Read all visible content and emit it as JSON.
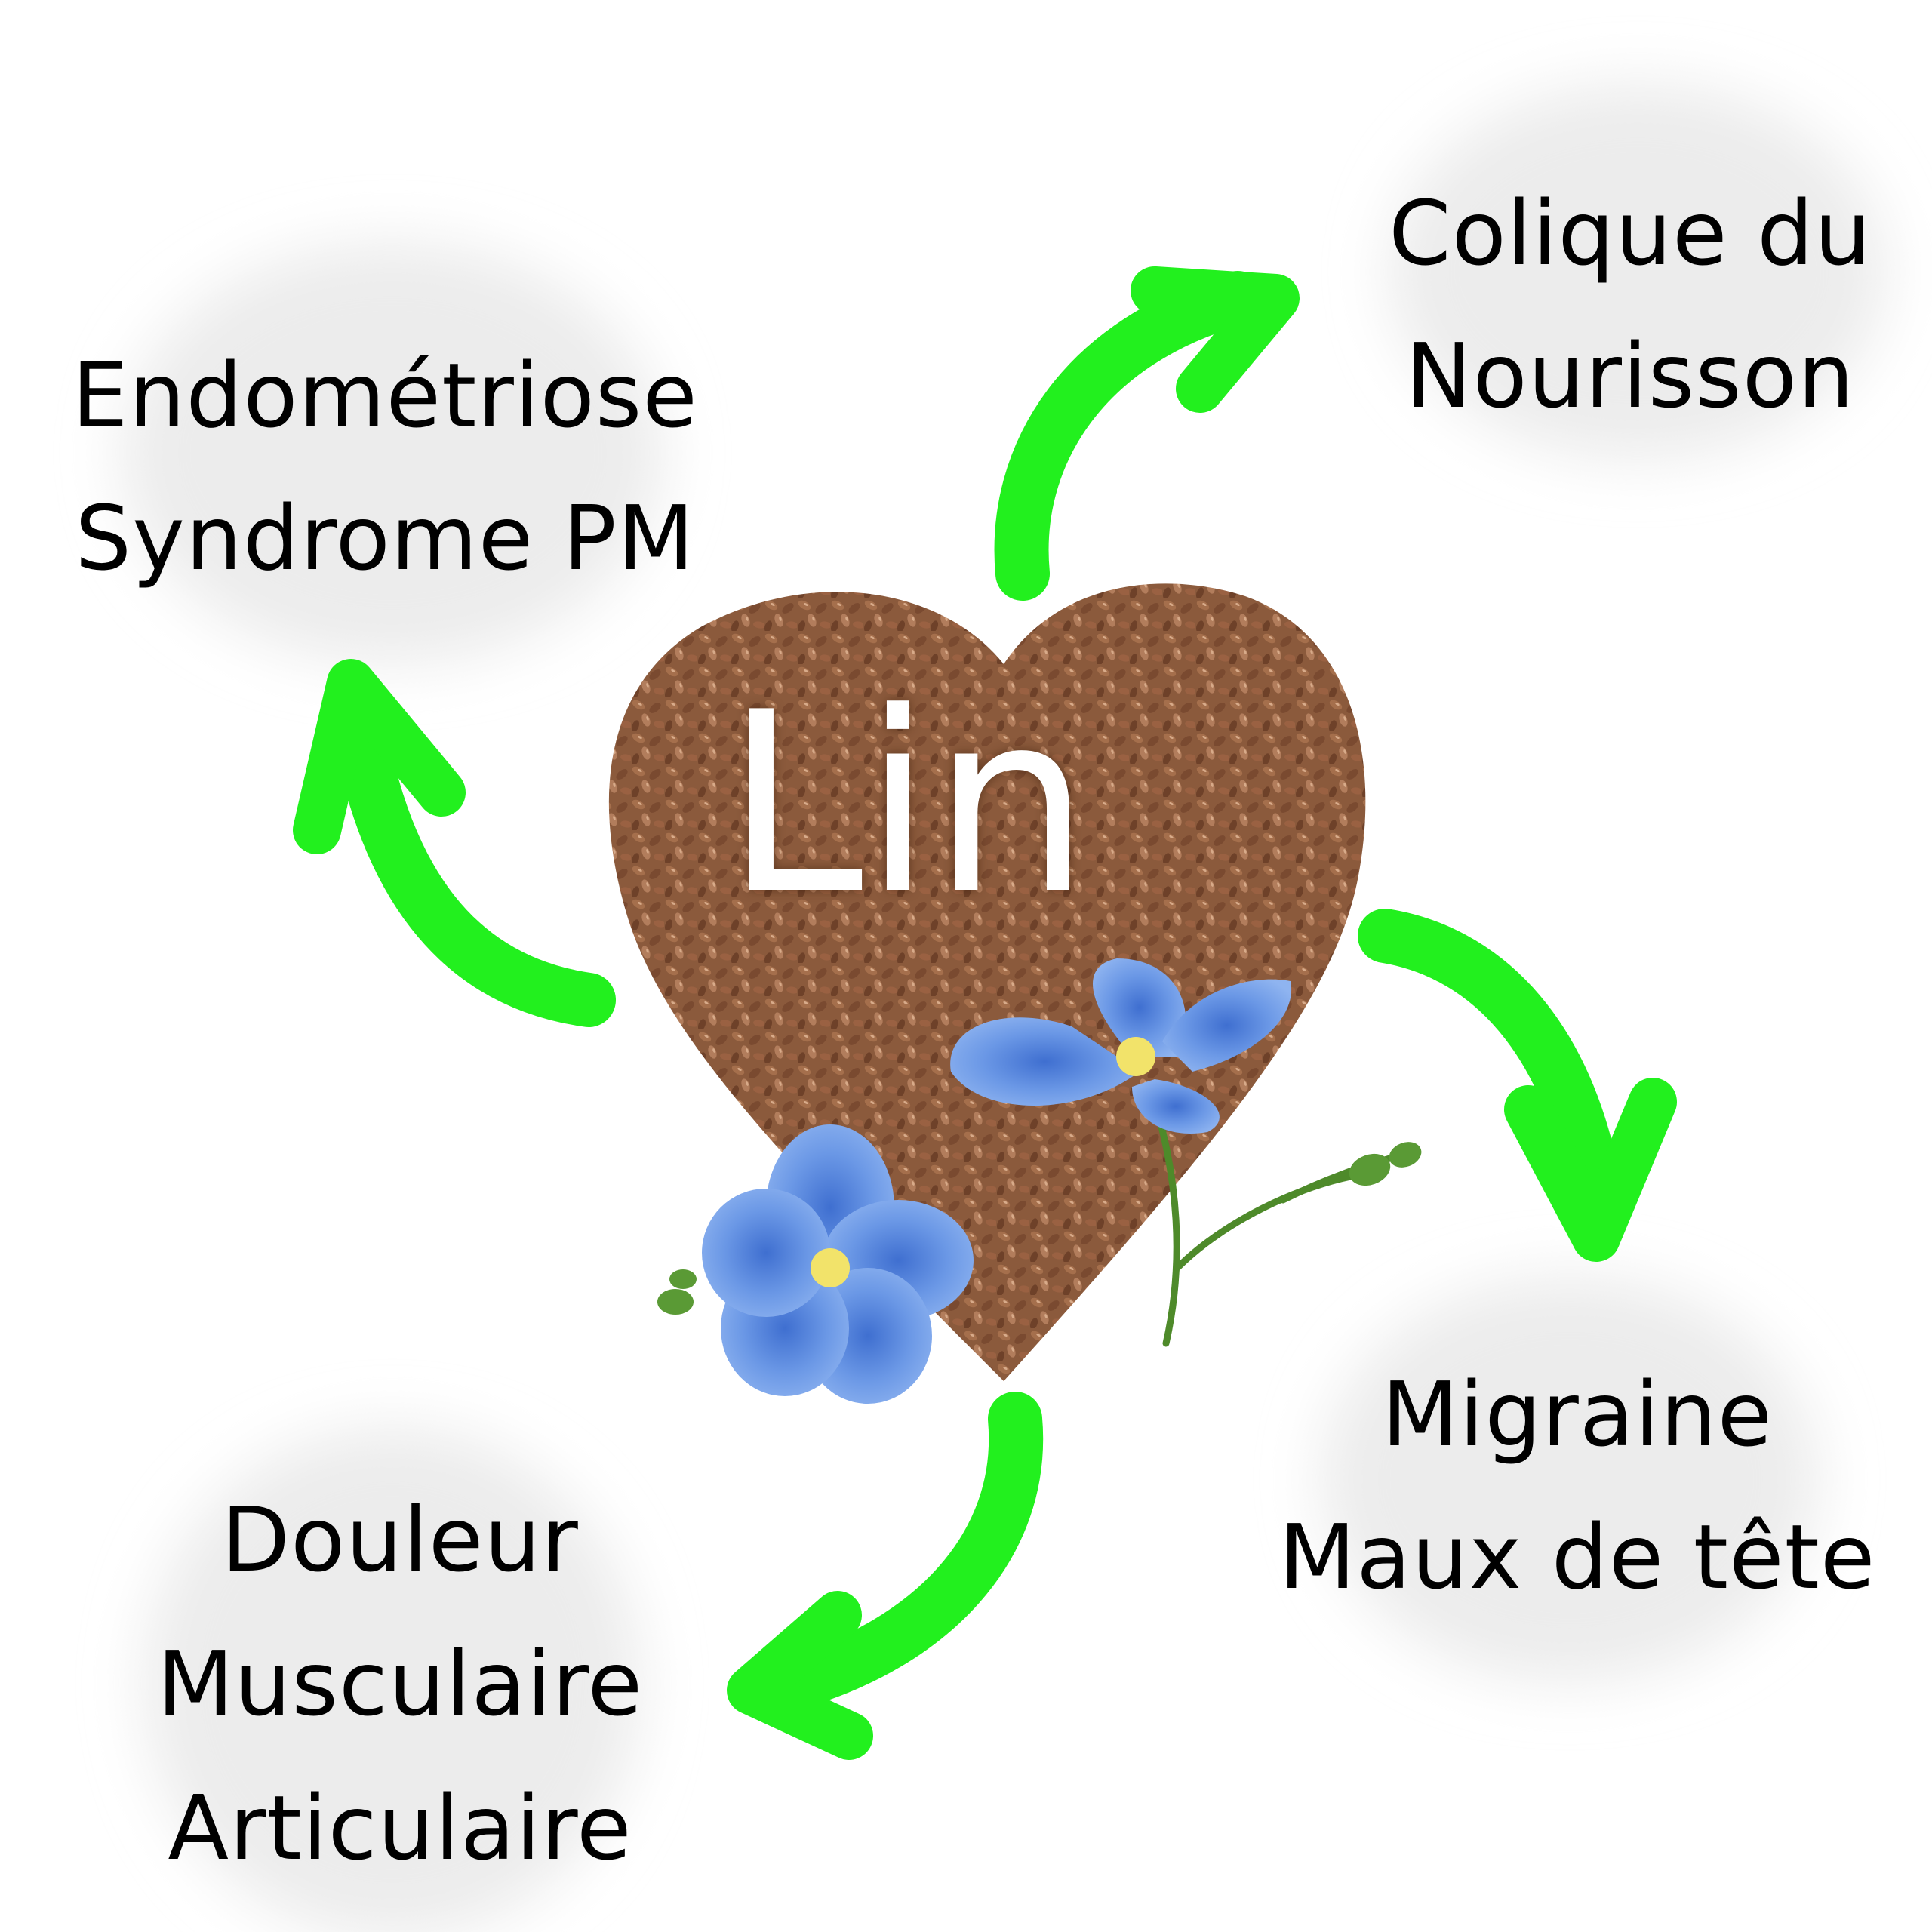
{
  "center": {
    "title": "Lin"
  },
  "labels": {
    "top_left": [
      "Endométriose",
      "Syndrome PM"
    ],
    "top_right": [
      "Colique du",
      "Nourisson"
    ],
    "bottom_right": [
      "Migraine",
      "Maux de tête"
    ],
    "bottom_left": [
      "Douleur",
      "Musculaire",
      "Articulaire"
    ]
  },
  "colors": {
    "arrow": "#22f01e",
    "seed": "#8b5a3c",
    "seed_light": "#b27d5c",
    "flower": "#6b98e6",
    "flower_center": "#f2e36a",
    "halo": "#ececec",
    "text": "#000000"
  }
}
